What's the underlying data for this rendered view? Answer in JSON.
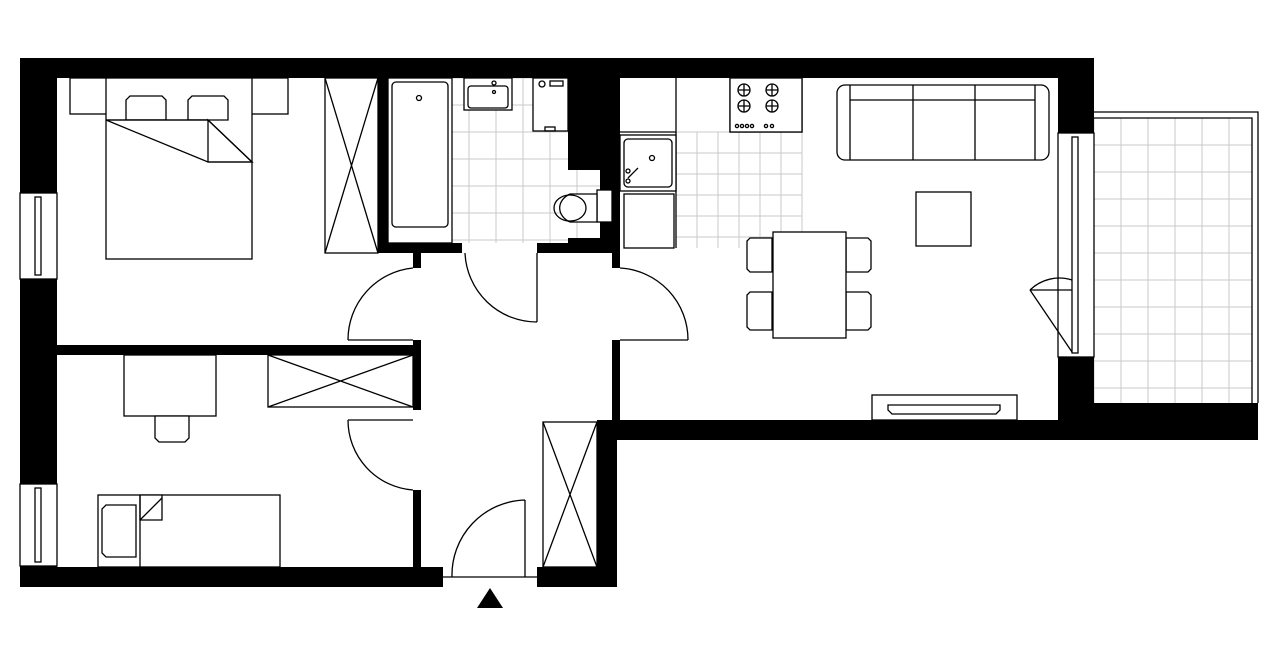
{
  "plan": {
    "wall_color": "#000000",
    "background": "#ffffff",
    "tile_color": "#c8c8c8",
    "rooms": [
      "bedroom",
      "bedroom-small",
      "bathroom",
      "hallway",
      "kitchen-living",
      "balcony"
    ],
    "entrance_marker": "triangle-up"
  }
}
